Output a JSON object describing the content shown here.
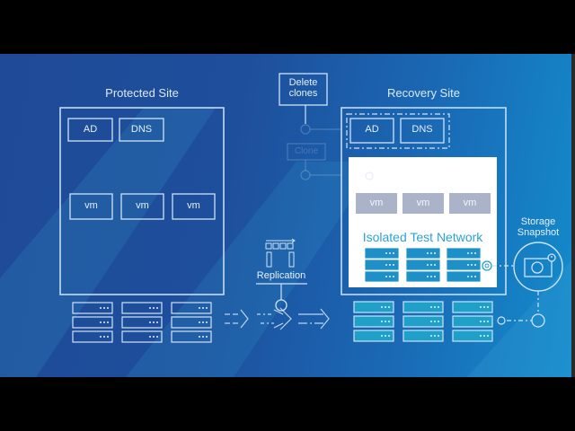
{
  "protected_site": {
    "title": "Protected Site",
    "services": [
      "AD",
      "DNS"
    ],
    "vms": [
      "vm",
      "vm",
      "vm"
    ]
  },
  "recovery_site": {
    "title": "Recovery Site",
    "services": [
      "AD",
      "DNS"
    ],
    "isolated_network": {
      "title": "Isolated Test Network",
      "vms": [
        "vm",
        "vm",
        "vm"
      ]
    }
  },
  "steps": {
    "delete_clones": "Delete clones",
    "clone": "Clone",
    "replication": "Replication",
    "storage_snapshot": "Storage Snapshot"
  },
  "icons": {
    "server_stack": "server-rack-icon",
    "replication": "replication-icon",
    "snapshot": "camera-clock-icon",
    "flow": "dashed-arrow-icon"
  },
  "colors": {
    "background_start": "#1f4a97",
    "background_end": "#138ccc",
    "outline": "#cfe3f5",
    "accent_teal": "#1ea0c8",
    "isolated_text": "#2aa3d6",
    "vm_grey": "#aab3c8"
  }
}
